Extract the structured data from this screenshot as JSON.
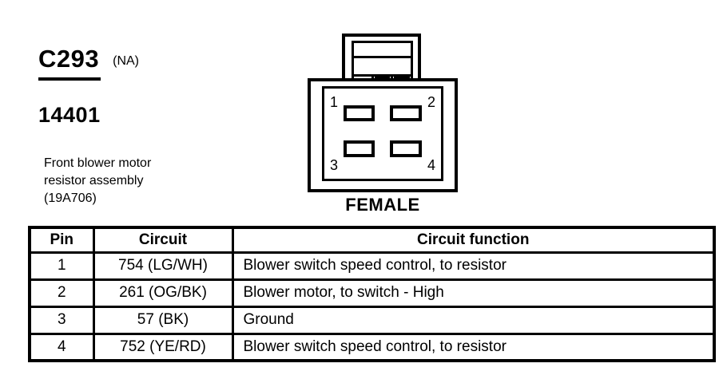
{
  "header": {
    "connector_id": "C293",
    "connector_region": "(NA)",
    "part_number": "14401",
    "description": [
      "Front blower motor",
      "resistor assembly",
      "(19A706)"
    ]
  },
  "connector": {
    "gender_label": "FEMALE",
    "pins": [
      "1",
      "2",
      "3",
      "4"
    ]
  },
  "table": {
    "headers": [
      "Pin",
      "Circuit",
      "Circuit function"
    ],
    "rows": [
      {
        "pin": "1",
        "circuit": "754 (LG/WH)",
        "function": "Blower switch speed control, to resistor"
      },
      {
        "pin": "2",
        "circuit": "261 (OG/BK)",
        "function": "Blower motor, to switch - High"
      },
      {
        "pin": "3",
        "circuit": "57 (BK)",
        "function": "Ground"
      },
      {
        "pin": "4",
        "circuit": "752 (YE/RD)",
        "function": "Blower switch speed control, to resistor"
      }
    ]
  },
  "colors": {
    "ink": "#000000",
    "paper": "#ffffff"
  }
}
